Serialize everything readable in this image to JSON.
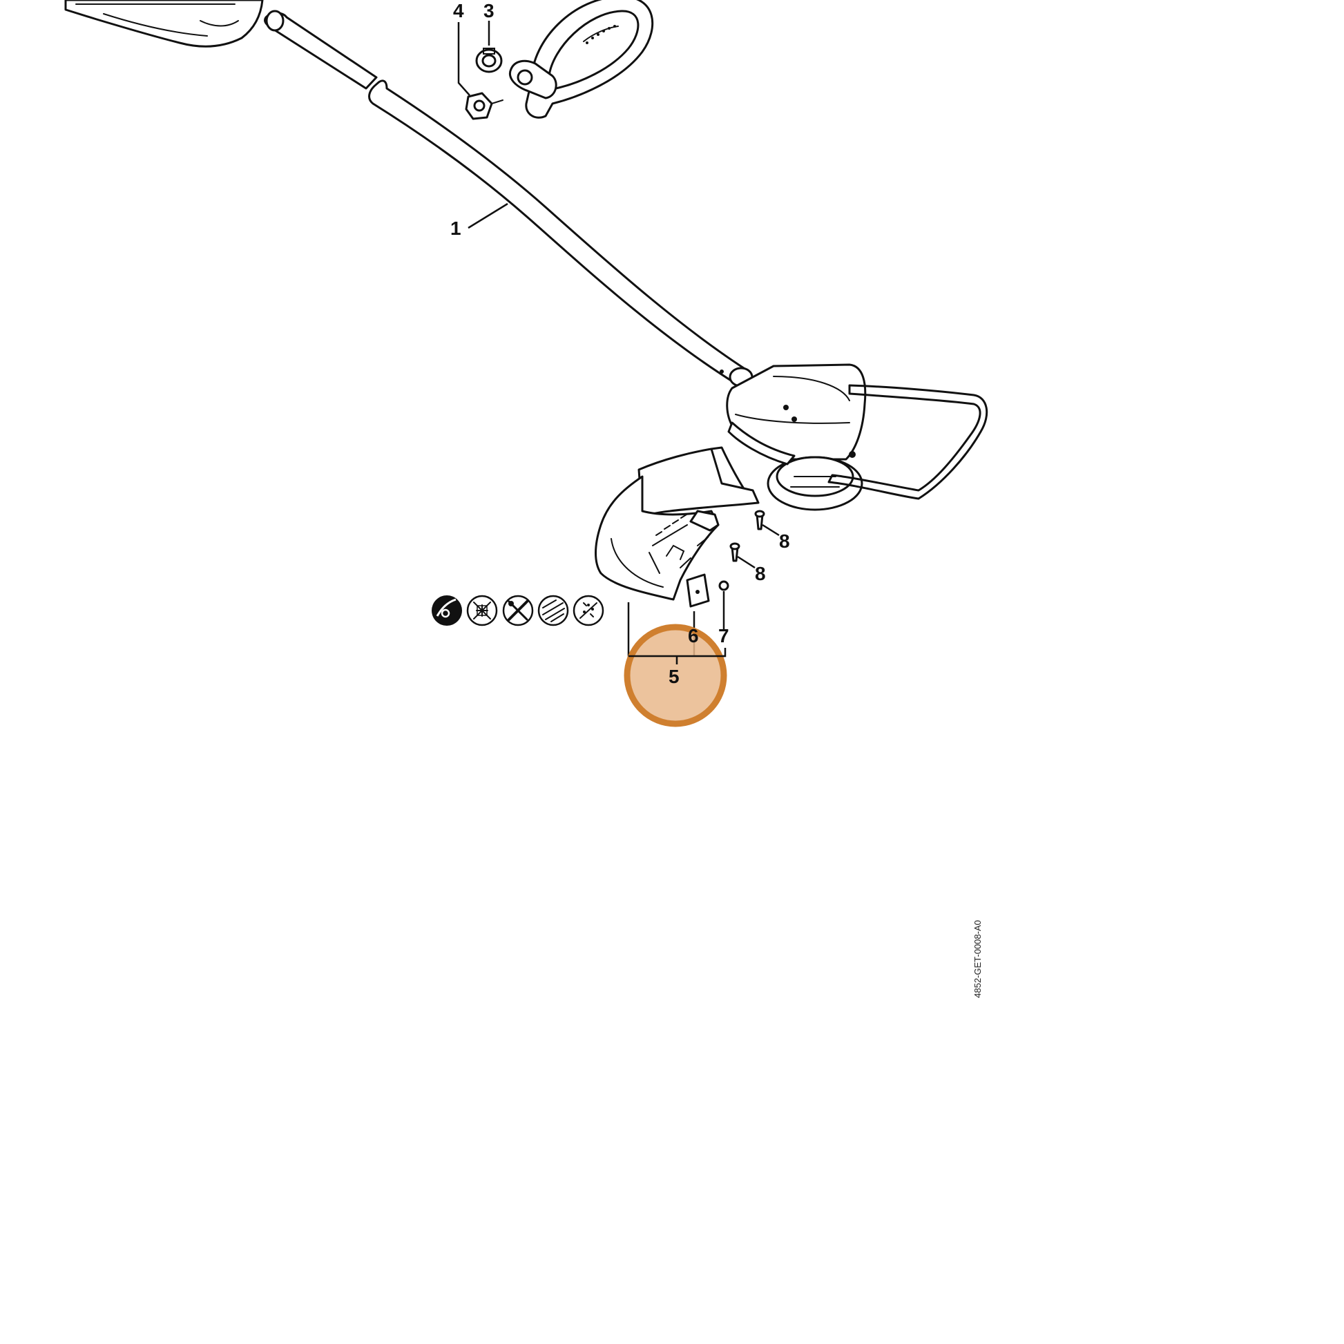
{
  "callouts": {
    "c1": "1",
    "c3": "3",
    "c4": "4",
    "c5": "5",
    "c6": "6",
    "c7": "7",
    "c8a": "8",
    "c8b": "8"
  },
  "document_code": "4852-GET-0008-A0",
  "highlight": {
    "target": "5",
    "fill_color": "#e9b98c",
    "ring_color": "#cf7f2f"
  },
  "symbols": [
    "hose-icon",
    "cross-hatch-icon",
    "tools-icon",
    "hatched-circle-icon",
    "dotted-circle-icon"
  ]
}
